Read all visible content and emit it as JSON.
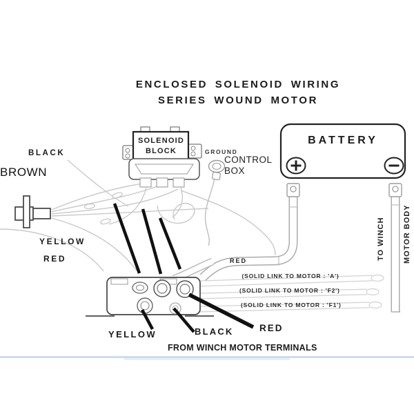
{
  "title": {
    "line1": "ENCLOSED SOLENOID WIRING",
    "line2": "SERIES WOUND MOTOR"
  },
  "solenoid_block": {
    "line1": "SOLENOID",
    "line2": "BLOCK"
  },
  "ground_control_box": {
    "ground": "GROUND",
    "control": "CONTROL",
    "box": "BOX"
  },
  "battery": {
    "label": "BATTERY",
    "positive_icon": "plus-in-circle",
    "negative_icon": "minus-in-circle"
  },
  "left_labels": {
    "black": "BLACK",
    "brown": "BROWN",
    "yellow": "YELLOW",
    "red": "RED"
  },
  "cable_labels": {
    "red_small": "RED",
    "to_winch": "TO WINCH",
    "motor_body": "MOTOR BODY"
  },
  "motor_links": {
    "a": "(SOLID LINK TO MOTOR : 'A')",
    "f2": "(SOLID LINK TO MOTOR : 'F2')",
    "f1": "(SOLID LINK TO MOTOR : 'F1')"
  },
  "bottom_labels": {
    "yellow": "YELLOW",
    "black": "BLACK",
    "red": "RED",
    "caption": "FROM WINCH MOTOR TERMINALS"
  },
  "colors": {
    "outline_dark": "#222222",
    "line_art": "#555555",
    "wire_light": "#c9c9c9",
    "cable_edge": "#aaaaaa",
    "pointer": "#111111",
    "bottom_strip": "#cfdcee"
  }
}
